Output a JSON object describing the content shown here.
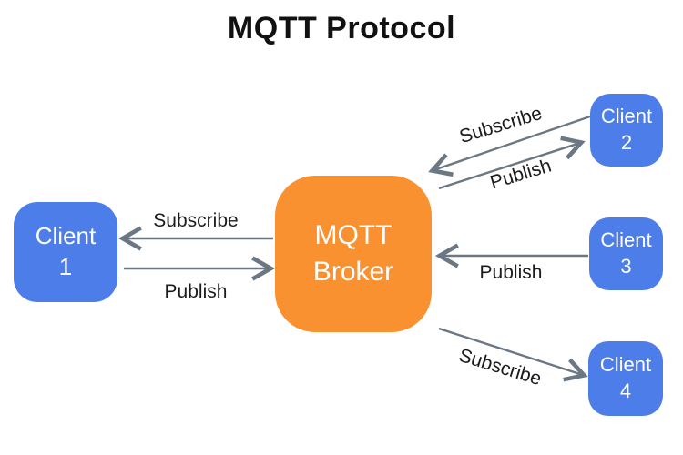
{
  "title": "MQTT Protocol",
  "colors": {
    "client_fill": "#4D7DE8",
    "broker_fill": "#F99130",
    "arrow": "#6B7884",
    "node_text": "#FFFFFF",
    "label_text": "#1B1B1B",
    "title_text": "#111111"
  },
  "nodes": {
    "broker": {
      "line1": "MQTT",
      "line2": "Broker"
    },
    "client1": {
      "line1": "Client",
      "line2": "1"
    },
    "client2": {
      "line1": "Client",
      "line2": "2"
    },
    "client3": {
      "line1": "Client",
      "line2": "3"
    },
    "client4": {
      "line1": "Client",
      "line2": "4"
    }
  },
  "edges": {
    "client1_subscribe": {
      "label": "Subscribe",
      "from": "broker",
      "to": "client1"
    },
    "client1_publish": {
      "label": "Publish",
      "from": "client1",
      "to": "broker"
    },
    "client2_subscribe": {
      "label": "Subscribe",
      "from": "client2",
      "to": "broker"
    },
    "client2_publish": {
      "label": "Publish",
      "from": "broker",
      "to": "client2"
    },
    "client3_publish": {
      "label": "Publish",
      "from": "client3",
      "to": "broker"
    },
    "client4_subscribe": {
      "label": "Subscribe",
      "from": "broker",
      "to": "client4"
    }
  }
}
